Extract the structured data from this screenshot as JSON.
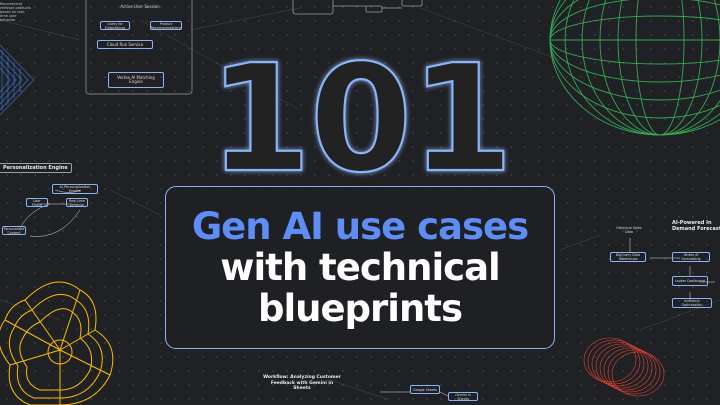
{
  "hero": {
    "number": "101",
    "line1": "Gen AI use cases",
    "line2": "with technical",
    "line3": "blueprints"
  },
  "blueprints": {
    "top_left_note": "Recommend relevant products based on real-time user behavior",
    "top_center": {
      "active_user_session": "Active User Session",
      "cloud_run_service": "Cloud Run Service",
      "vertex_ai_matching_engine": "Vertex AI Matching Engine",
      "small_a": "Query for Embeddings",
      "small_b": "Product Recommendations"
    },
    "personalization": {
      "title": "Personalization Engine",
      "hub": "AI Personalization Engine",
      "node_a": "User Profile",
      "node_b": "Real-time Behavior",
      "node_c": "Personalized Content"
    },
    "demand": {
      "title": "AI-Powered In Demand Forecast",
      "node_a": "Historical Sales Data",
      "node_b": "BigQuery Data Warehouse",
      "node_c": "Vertex AI Forecasting",
      "node_d": "Looker Dashboard",
      "node_e": "Inventory Optimization"
    },
    "bottom": {
      "workflow_title": "Workflow: Analyzing Customer Feedback with Gemini in Sheets",
      "node_a": "Google Sheets",
      "node_b": "Gemini in Sheets"
    }
  },
  "colors": {
    "background": "#202124",
    "accent_blue": "#8ab4f8",
    "headline_blue": "#5e8df6",
    "green": "#34a853",
    "yellow": "#fbbc04",
    "red": "#ea4335"
  }
}
